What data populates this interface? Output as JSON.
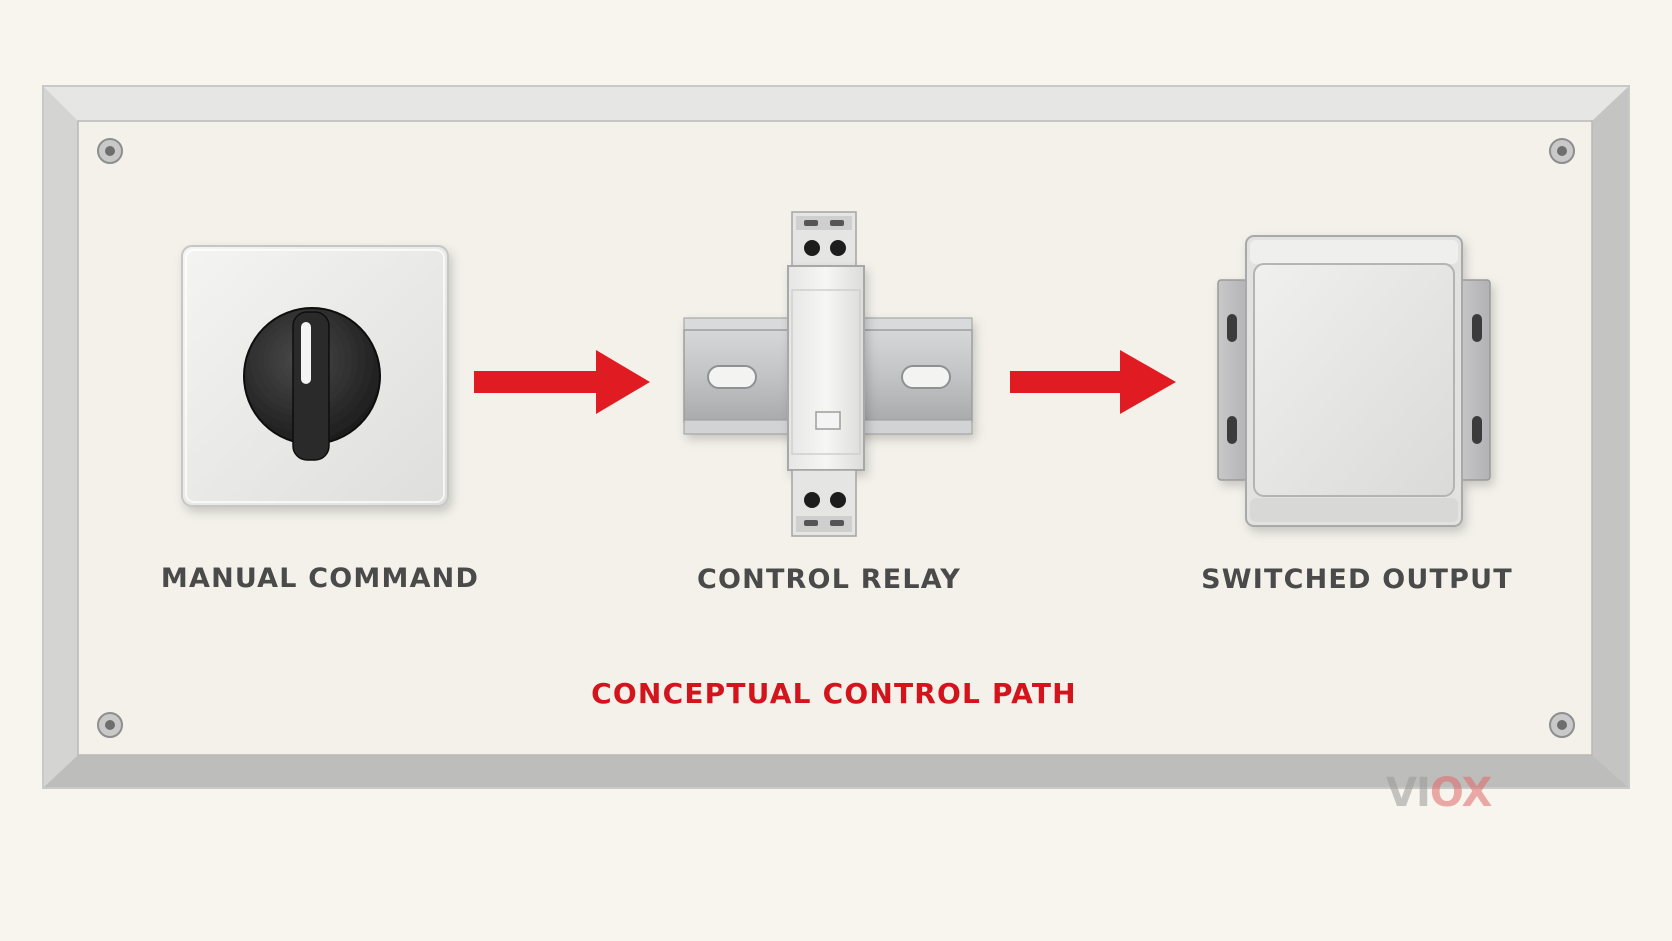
{
  "labels": {
    "manual": "MANUAL COMMAND",
    "relay": "CONTROL RELAY",
    "output": "SWITCHED OUTPUT",
    "path": "CONCEPTUAL CONTROL PATH"
  },
  "logo": {
    "text": "VIOX"
  },
  "components": [
    {
      "name": "rotary-selector-switch",
      "icon": "rotary-switch-icon"
    },
    {
      "name": "din-rail-relay",
      "icon": "relay-icon"
    },
    {
      "name": "enclosure-box",
      "icon": "enclosure-icon"
    }
  ],
  "colors": {
    "arrow": "#e01b22",
    "path_text": "#d3141c",
    "label_text": "#4a4a4a",
    "background": "#f7f5ee",
    "panel": "#f3f1ea",
    "frame": "#d2d2d0"
  }
}
